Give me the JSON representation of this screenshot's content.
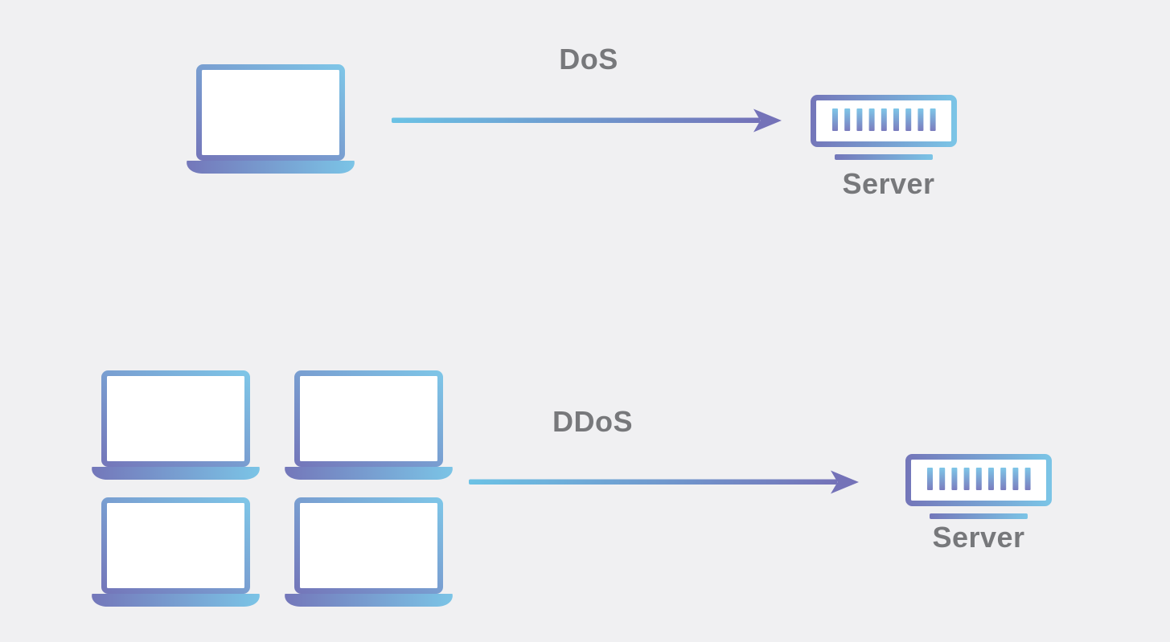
{
  "page": {
    "title": "DoS vs DDoS diagram",
    "background": "#f0f0f2"
  },
  "palette": {
    "purple": "#7477BA",
    "cyan": "#7BC4E6",
    "arrow_cyan": "#6BC2E5",
    "arrow_purple": "#7472B8",
    "label_gray": "#77787b",
    "icon_fill": "#ffffff"
  },
  "icons": {
    "attacker": "laptop-icon",
    "target": "server-icon",
    "flow": "arrow-right-icon"
  },
  "diagram": {
    "dos": {
      "label": "DoS",
      "attacker_count": 1,
      "server_label": "Server"
    },
    "ddos": {
      "label": "DDoS",
      "attacker_count": 4,
      "server_label": "Server"
    }
  }
}
